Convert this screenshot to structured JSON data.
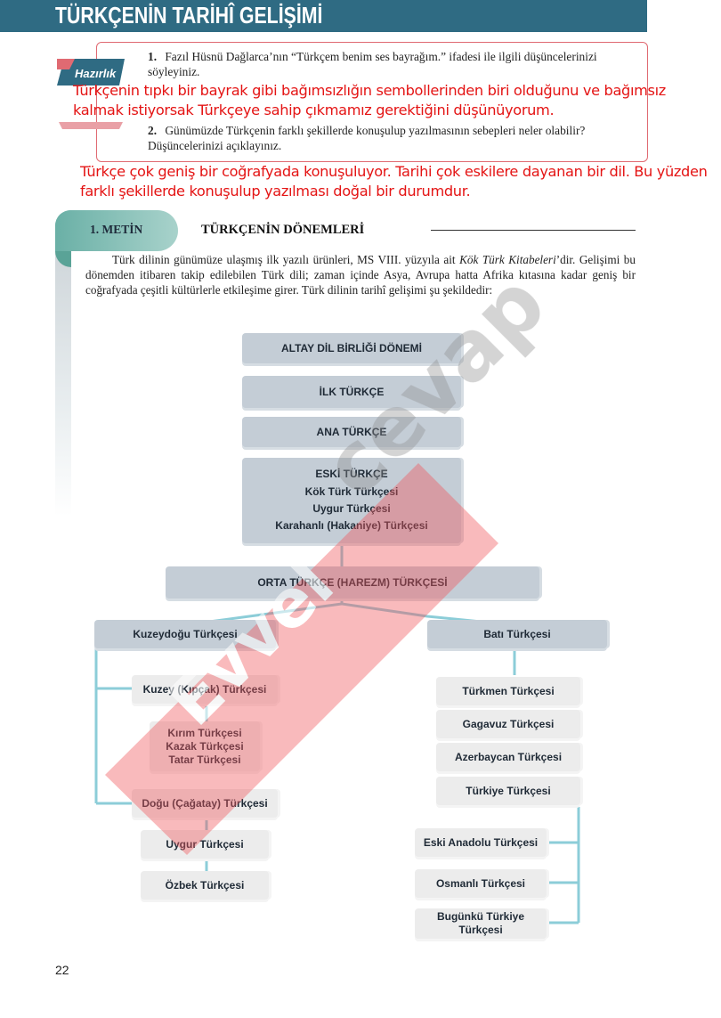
{
  "header": {
    "title": "TÜRKÇENİN TARİHÎ GELİŞİMİ"
  },
  "preparation": {
    "badge": "Hazırlık",
    "questions": [
      {
        "number": "1.",
        "text": "Fazıl Hüsnü Dağlarca’nın “Türkçem benim ses bayrağım.” ifadesi ile ilgili düşüncelerinizi söyleyiniz."
      },
      {
        "number": "2.",
        "text": "Günümüzde Türkçenin farklı şekillerde konuşulup yazılmasının sebepleri neler olabilir? Düşüncelerinizi açıklayınız."
      }
    ],
    "answers": [
      {
        "line1": "Türkçenin tıpkı bir bayrak gibi bağımsızlığın sembollerinden biri olduğunu ve bağımsız",
        "line2": "kalmak istiyorsak Türkçeye sahip çıkmamız gerektiğini düşünüyorum."
      },
      {
        "line1": "Türkçe çok geniş bir coğrafyada konuşuluyor. Tarihi çok eskilere dayanan bir dil. Bu yüzden",
        "line2": "farklı şekillerde konuşulup yazılması doğal bir durumdur."
      }
    ]
  },
  "text_section": {
    "label": "1. METİN",
    "title": "TÜRKÇENİN DÖNEMLERİ",
    "paragraph_before": "Türk dilinin günümüze ulaşmış ilk yazılı ürünleri, MS VIII. yüzyıla ait ",
    "paragraph_italic": "Kök Türk Kitabeleri",
    "paragraph_after": "’dir. Gelişimi bu dönemden itibaren takip edilebilen Türk dili; zaman içinde Asya, Avrupa hatta Afrika kıtasına kadar geniş bir coğrafyada çeşitli kültürlerle etkileşime girer. Türk dilinin tarihî gelişimi şu şekildedir:"
  },
  "flowchart": {
    "altay": "ALTAY DİL BİRLİĞİ DÖNEMİ",
    "ilk": "İLK TÜRKÇE",
    "ana": "ANA TÜRKÇE",
    "eski": {
      "title": "ESKİ TÜRKÇE",
      "items": [
        "Kök Türk Türkçesi",
        "Uygur Türkçesi",
        "Karahanlı (Hakaniye) Türkçesi"
      ]
    },
    "orta": "ORTA TÜRKÇE (HAREZM) TÜRKÇESİ",
    "kuzeydogu": {
      "title": "Kuzeydoğu Türkçesi",
      "kuzey": "Kuzey (Kıpçak) Türkçesi",
      "kuzey_children": [
        "Kırım Türkçesi",
        "Kazak Türkçesi",
        "Tatar Türkçesi"
      ],
      "dogu": "Doğu (Çağatay) Türkçesi",
      "dogu_children": [
        "Uygur Türkçesi",
        "Özbek Türkçesi"
      ]
    },
    "bati": {
      "title": "Batı Türkçesi",
      "items": [
        "Türkmen Türkçesi",
        "Gagavuz Türkçesi",
        "Azerbaycan Türkçesi",
        "Türkiye Türkçesi"
      ],
      "turkiye_children": [
        "Eski Anadolu Türkçesi",
        "Osmanlı Türkçesi",
        "Bugünkü Türkiye Türkçesi"
      ]
    }
  },
  "watermark": {
    "brand": "Evvel",
    "suffix": "cevap"
  },
  "page_number": "22",
  "colors": {
    "header": "#2f6b83",
    "answer": "#e41414",
    "box": "#c4cdd6",
    "connector": "#8ccdd8"
  }
}
